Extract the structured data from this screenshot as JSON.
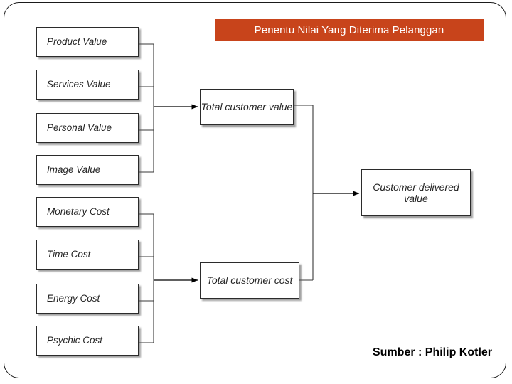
{
  "slide": {
    "title": "Penentu Nilai Yang Diterima Pelanggan",
    "source_credit": "Sumber : Philip Kotler",
    "title_background_color": "#c8441b",
    "title_text_color": "#ffffff",
    "box_border_color": "#2b2b2b",
    "box_fill_color": "#ffffff",
    "connector_color": "#000000"
  },
  "value_components": [
    {
      "label": "Product Value"
    },
    {
      "label": "Services Value"
    },
    {
      "label": "Personal Value"
    },
    {
      "label": "Image Value"
    }
  ],
  "cost_components": [
    {
      "label": "Monetary Cost"
    },
    {
      "label": "Time Cost"
    },
    {
      "label": "Energy Cost"
    },
    {
      "label": "Psychic Cost"
    }
  ],
  "aggregates": {
    "total_customer_value": "Total customer value",
    "total_customer_cost": "Total customer cost"
  },
  "result": {
    "customer_delivered_value": "Customer delivered value"
  }
}
